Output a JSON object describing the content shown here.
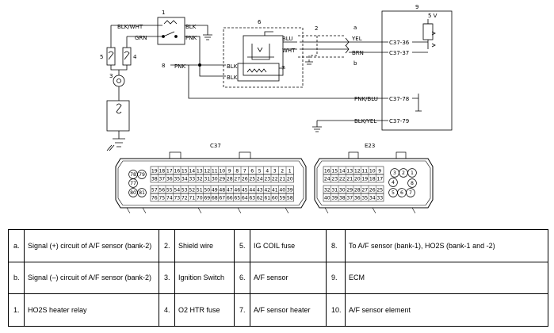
{
  "diagram": {
    "wires": {
      "blk_wht": "BLK/WHT",
      "blk_top": "BLK",
      "grn": "GRN",
      "pnk_relay": "PNK",
      "pnk_left": "PNK",
      "blk_heater_1": "BLK",
      "blk_heater_2": "BLK",
      "blu": "BLU",
      "wht": "WHT",
      "yel": "YEL",
      "brn": "BRN",
      "pnk_blu": "PNK/BLU",
      "blk_yel": "BLK/YEL"
    },
    "callouts": {
      "n1": "1",
      "n2": "2",
      "n3": "3",
      "n4": "4",
      "n5": "5",
      "n6": "6",
      "n7": "7",
      "n8": "8",
      "n9": "9",
      "na": "a",
      "nb": "b"
    },
    "ecm": {
      "voltage": "5 V",
      "term_36": "C37-36",
      "term_37": "C37-37",
      "term_78": "C37-78",
      "term_79": "C37-79"
    },
    "connectors": {
      "c37": {
        "title": "C37",
        "row1": [
          "19",
          "18",
          "17",
          "16",
          "15",
          "14",
          "13",
          "12",
          "11",
          "10",
          "9",
          "8",
          "7",
          "6",
          "5",
          "4",
          "3",
          "2",
          "1"
        ],
        "row2": [
          "38",
          "37",
          "36",
          "35",
          "34",
          "33",
          "32",
          "31",
          "30",
          "29",
          "28",
          "27",
          "26",
          "25",
          "24",
          "23",
          "22",
          "21",
          "20"
        ],
        "row3": [
          "57",
          "56",
          "55",
          "54",
          "53",
          "52",
          "51",
          "50",
          "49",
          "48",
          "47",
          "46",
          "45",
          "44",
          "43",
          "42",
          "41",
          "40",
          "39"
        ],
        "row4": [
          "76",
          "75",
          "74",
          "73",
          "72",
          "71",
          "70",
          "69",
          "68",
          "67",
          "66",
          "65",
          "64",
          "63",
          "62",
          "61",
          "60",
          "59",
          "58"
        ],
        "side": [
          "78",
          "79",
          "77",
          "80",
          "81"
        ]
      },
      "e23": {
        "title": "E23",
        "row1": [
          "16",
          "15",
          "14",
          "13",
          "12",
          "11",
          "10",
          "9"
        ],
        "row2": [
          "24",
          "23",
          "22",
          "21",
          "20",
          "19",
          "18",
          "17"
        ],
        "row3": [
          "32",
          "31",
          "30",
          "29",
          "28",
          "27",
          "26",
          "25"
        ],
        "row4": [
          "40",
          "39",
          "38",
          "37",
          "36",
          "35",
          "34",
          "33"
        ],
        "side": [
          "3",
          "2",
          "1",
          "4",
          "5",
          "6",
          "7",
          "8"
        ]
      }
    }
  },
  "legend": {
    "rows": [
      [
        {
          "key": "a.",
          "text": "Signal (+) circuit of A/F sensor (bank-2)"
        },
        {
          "key": "2.",
          "text": "Shield wire"
        },
        {
          "key": "5.",
          "text": "IG COIL fuse"
        },
        {
          "key": "8.",
          "text": "To A/F sensor (bank-1), HO2S (bank-1 and -2)"
        }
      ],
      [
        {
          "key": "b.",
          "text": "Signal (–) circuit of A/F sensor (bank-2)"
        },
        {
          "key": "3.",
          "text": "Ignition Switch"
        },
        {
          "key": "6.",
          "text": "A/F sensor"
        },
        {
          "key": "9.",
          "text": "ECM"
        }
      ],
      [
        {
          "key": "1.",
          "text": "HO2S heater relay"
        },
        {
          "key": "4.",
          "text": "O2 HTR fuse"
        },
        {
          "key": "7.",
          "text": "A/F sensor heater"
        },
        {
          "key": "10.",
          "text": "A/F sensor element"
        }
      ]
    ]
  }
}
